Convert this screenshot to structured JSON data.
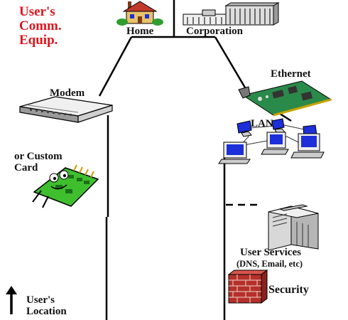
{
  "title": {
    "line1": "User's",
    "line2": "Comm.",
    "line3": "Equip."
  },
  "labels": {
    "home": "Home",
    "corporation": "Corporation",
    "modem": "Modem",
    "ethernet": "Ethernet",
    "lan": "LAN",
    "custom_card_line1": "or Custom",
    "custom_card_line2": "Card",
    "user_services": "User Services",
    "user_services_detail": "(DNS, Email, etc)",
    "security": "Security",
    "user_location_line1": "User's",
    "user_location_line2": "Location"
  },
  "colors": {
    "title_red": "#e0141c",
    "card_green": "#3fbf2e",
    "monitor_blue": "#1c2fd8",
    "brick_red": "#b5302a",
    "house_green": "#2f9e2f"
  },
  "icons": [
    "house-icon",
    "corporation-building-icon",
    "modem-icon",
    "ethernet-card-icon",
    "lan-computers-icon",
    "custom-card-mascot-icon",
    "server-icon",
    "firewall-brick-icon",
    "up-arrow-icon"
  ]
}
